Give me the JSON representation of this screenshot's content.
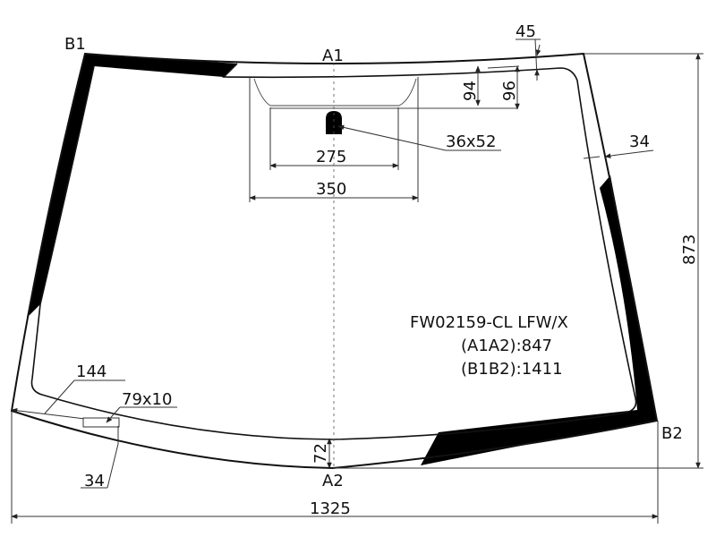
{
  "diagram": {
    "part_number": "FW02159-CL LFW/X",
    "spec_a": "(A1A2):847",
    "spec_b": "(B1B2):1411",
    "points": {
      "a1": "A1",
      "a2": "A2",
      "b1": "B1",
      "b2": "B2"
    },
    "dimensions": {
      "top_band": "45",
      "band_94": "94",
      "band_96": "96",
      "sensor": "36x52",
      "side_34": "34",
      "height": "873",
      "width_275": "275",
      "width_350": "350",
      "left_144": "144",
      "vin_window": "79x10",
      "bottom_34": "34",
      "bottom_72": "72",
      "total_width": "1325"
    }
  }
}
